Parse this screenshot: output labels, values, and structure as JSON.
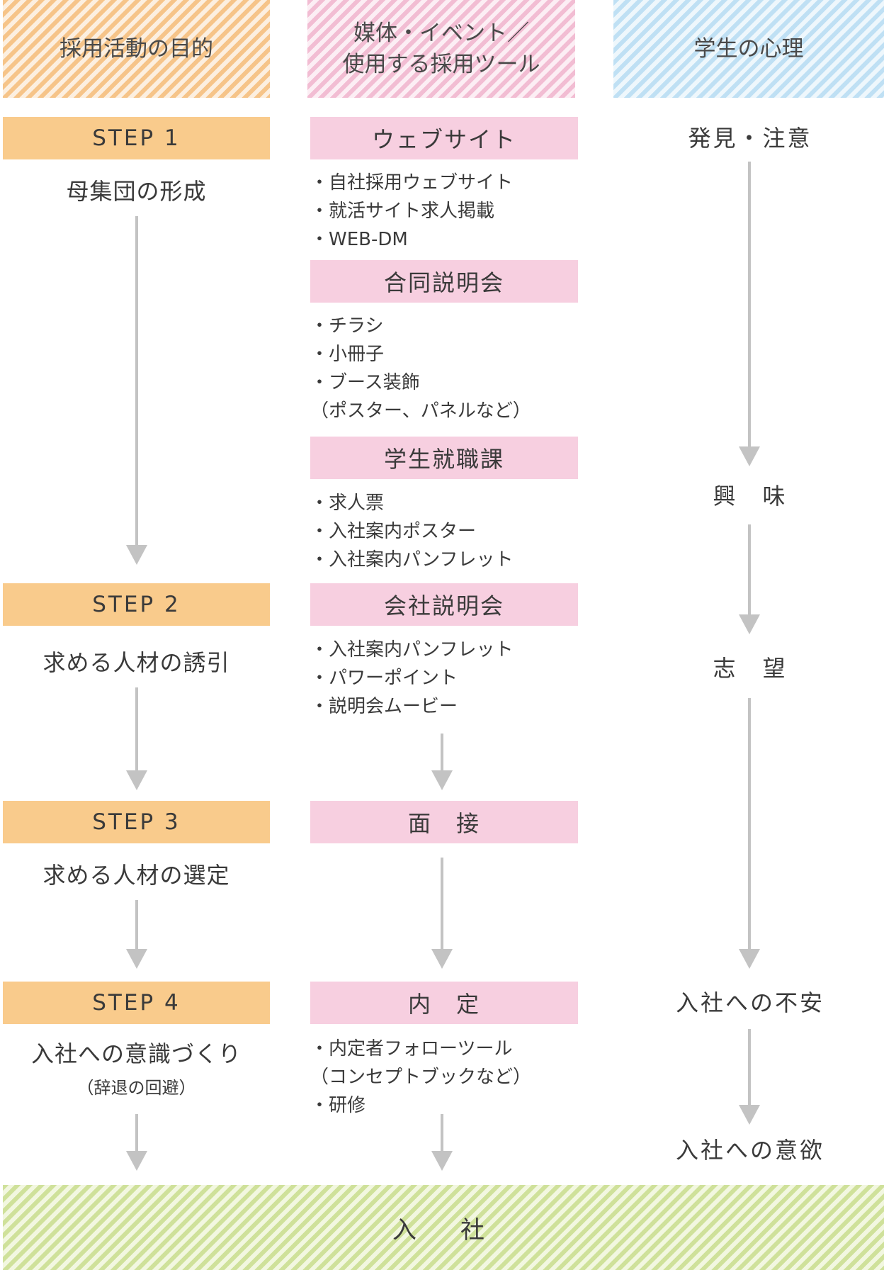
{
  "headers": {
    "purpose": "採用活動の目的",
    "media_line1": "媒体・イベント／",
    "media_line2": "使用する採用ツール",
    "psychology": "学生の心理"
  },
  "steps": [
    {
      "label": "STEP 1",
      "purpose": "母集団の形成"
    },
    {
      "label": "STEP 2",
      "purpose": "求める人材の誘引"
    },
    {
      "label": "STEP 3",
      "purpose": "求める人材の選定"
    },
    {
      "label": "STEP 4",
      "purpose": "入社への意識づくり",
      "purpose_note": "（辞退の回避）"
    }
  ],
  "media": {
    "website": {
      "title": "ウェブサイト",
      "items": [
        "・自社採用ウェブサイト",
        "・就活サイト求人掲載",
        "・WEB-DM"
      ]
    },
    "joint_fair": {
      "title": "合同説明会",
      "items": [
        "・チラシ",
        "・小冊子",
        "・ブース装飾",
        "（ポスター、パネルなど）"
      ]
    },
    "career_office": {
      "title": "学生就職課",
      "items": [
        "・求人票",
        "・入社案内ポスター",
        "・入社案内パンフレット"
      ]
    },
    "company_briefing": {
      "title": "会社説明会",
      "items": [
        "・入社案内パンフレット",
        "・パワーポイント",
        "・説明会ムービー"
      ]
    },
    "interview": {
      "title": "面　接"
    },
    "offer": {
      "title": "内　定",
      "items": [
        "・内定者フォローツール",
        "（コンセプトブックなど）",
        "・研修"
      ]
    }
  },
  "psychology_stages": [
    "発見・注意",
    "興　味",
    "志　望",
    "入社への不安",
    "入社への意欲"
  ],
  "final": "入　社"
}
